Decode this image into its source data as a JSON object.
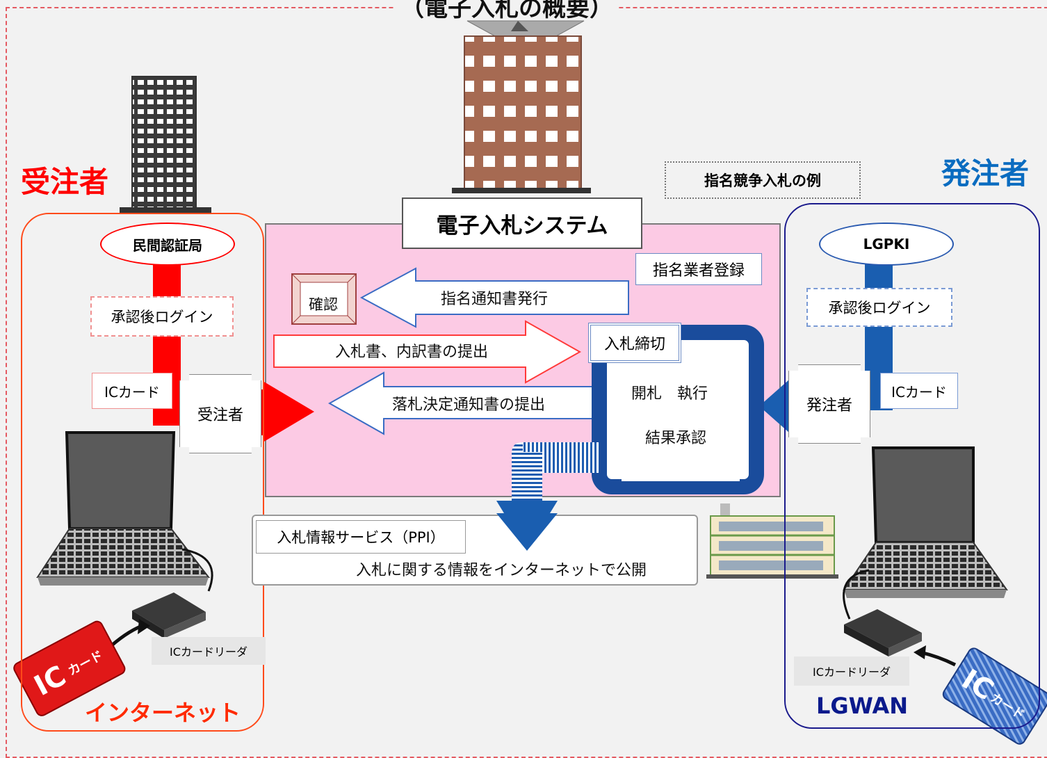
{
  "title": "（電子入札の概要）",
  "contractor": {
    "heading": "受注者",
    "network": "インターネット",
    "ca": "民間認証局",
    "login": "承認後ログイン",
    "ic_card": "ICカード",
    "role": "受注者",
    "card_reader": "ICカードリーダ",
    "card_glyph": "ICカード"
  },
  "client": {
    "heading": "発注者",
    "network": "LGWAN",
    "ca": "LGPKI",
    "login": "承認後ログイン",
    "ic_card": "ICカード",
    "role": "発注者",
    "card_reader": "ICカードリーダ",
    "card_glyph": "ICカード"
  },
  "system": {
    "name": "電子入札システム",
    "example": "指名競争入札の例",
    "registration": "指名業者登録",
    "confirm": "確認",
    "notice_issue": "指名通知書発行",
    "submit_bid": "入札書、内訳書の提出",
    "deadline": "入札締切",
    "open_execute": "開札　執行",
    "result_approval": "結果承認",
    "award_notice": "落札決定通知書の提出"
  },
  "ppi": {
    "name": "入札情報サービス（PPI）",
    "description": "入札に関する情報をインターネットで公開"
  },
  "colors": {
    "red": "#ff0000",
    "blue": "#0060b0",
    "dark_blue": "#1a4c9c",
    "pink": "#fccae4",
    "contractor_border": "#ff4a1a",
    "client_border": "#1a1a8c"
  }
}
